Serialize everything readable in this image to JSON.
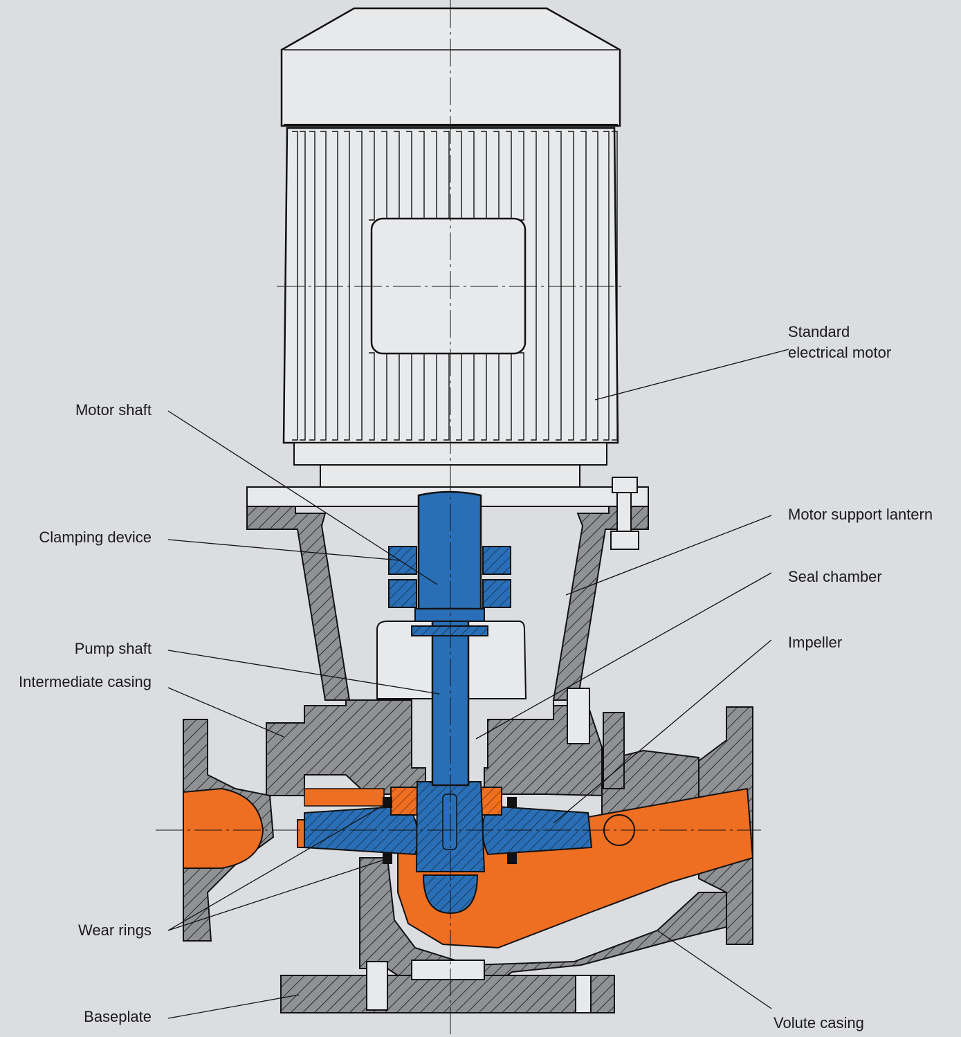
{
  "diagram": {
    "labels": {
      "standard_motor": [
        "Standard",
        "electrical motor"
      ],
      "motor_shaft": "Motor shaft",
      "clamping_device": "Clamping device",
      "motor_support_lantern": "Motor support lantern",
      "seal_chamber": "Seal chamber",
      "pump_shaft": "Pump shaft",
      "impeller": "Impeller",
      "intermediate_casing": "Intermediate casing",
      "wear_rings": "Wear rings",
      "baseplate": "Baseplate",
      "volute_casing": "Volute casing"
    },
    "colors": {
      "background": "#dcdde0",
      "motor_body": "#e8e9eb",
      "casing_section": "#8f9194",
      "shaft": "#2a6fb5",
      "fluid": "#ee6e22",
      "outline": "#111111"
    }
  }
}
